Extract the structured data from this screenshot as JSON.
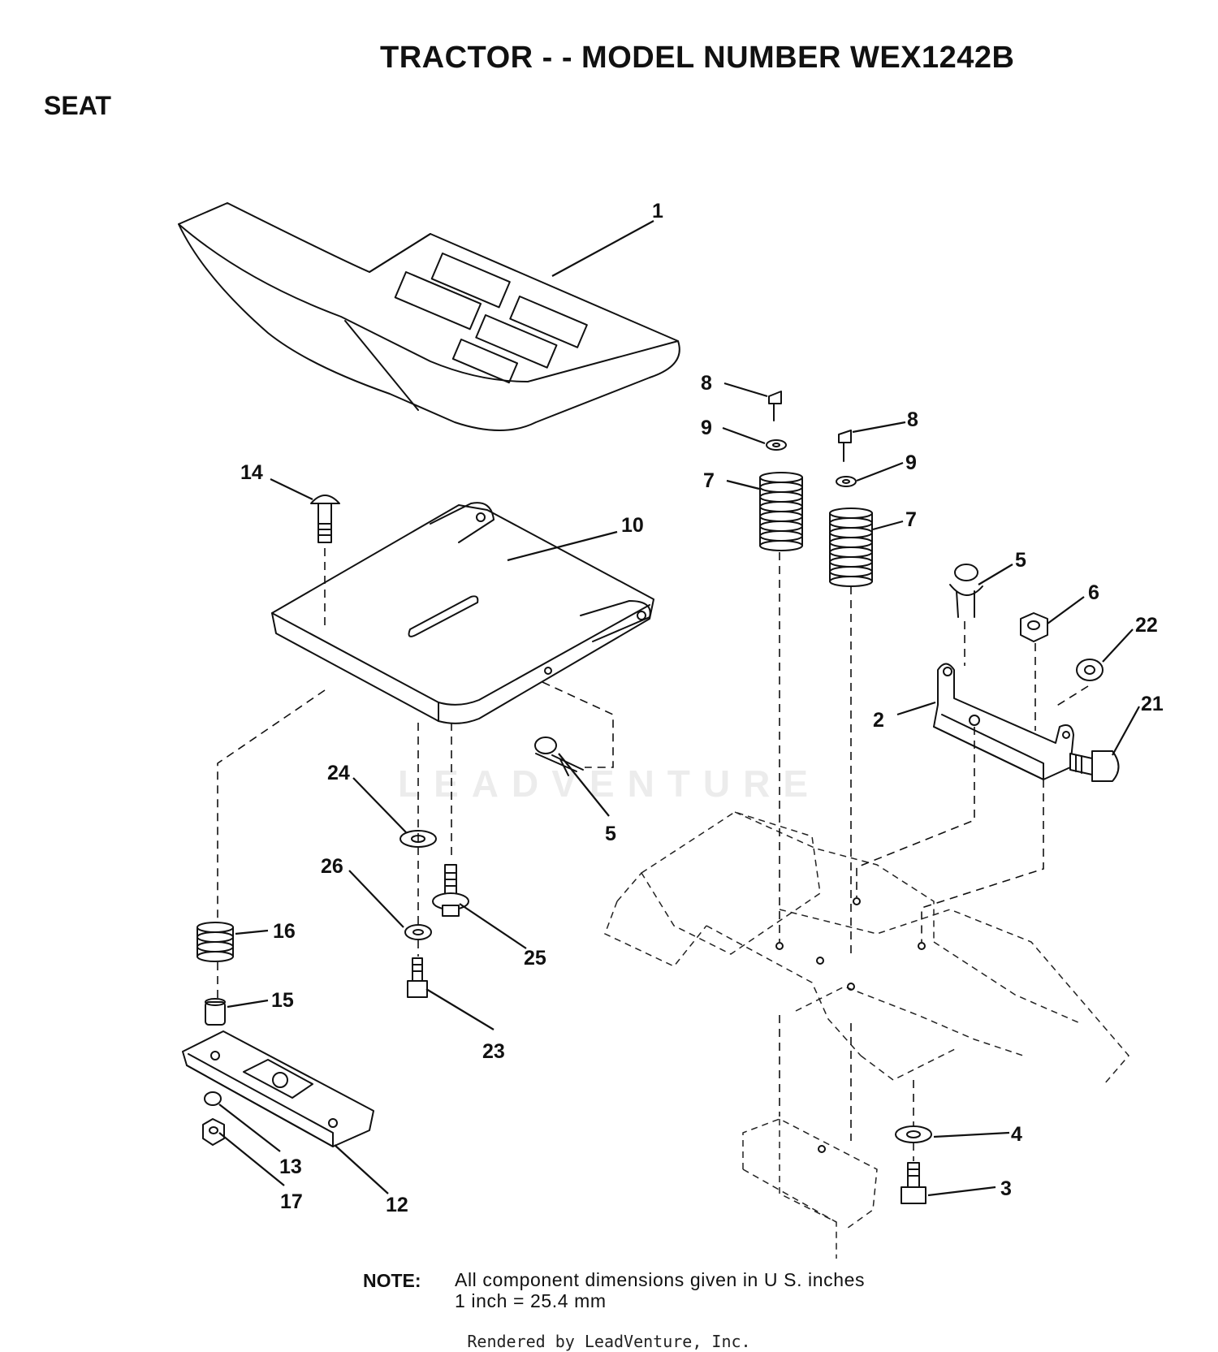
{
  "header": {
    "title": "TRACTOR - - MODEL NUMBER WEX1242B",
    "section": "SEAT"
  },
  "watermark": "LEADVENTURE",
  "callouts": [
    {
      "label": "1"
    },
    {
      "label": "14"
    },
    {
      "label": "10"
    },
    {
      "label": "8"
    },
    {
      "label": "9"
    },
    {
      "label": "7"
    },
    {
      "label": "8"
    },
    {
      "label": "9"
    },
    {
      "label": "7"
    },
    {
      "label": "5"
    },
    {
      "label": "6"
    },
    {
      "label": "22"
    },
    {
      "label": "2"
    },
    {
      "label": "21"
    },
    {
      "label": "5"
    },
    {
      "label": "24"
    },
    {
      "label": "26"
    },
    {
      "label": "25"
    },
    {
      "label": "16"
    },
    {
      "label": "15"
    },
    {
      "label": "23"
    },
    {
      "label": "13"
    },
    {
      "label": "17"
    },
    {
      "label": "12"
    },
    {
      "label": "4"
    },
    {
      "label": "3"
    }
  ],
  "note": {
    "label": "NOTE:",
    "line1": "All component dimensions given in U S. inches",
    "line2": "1 inch = 25.4 mm"
  },
  "footer": "Rendered by LeadVenture, Inc."
}
